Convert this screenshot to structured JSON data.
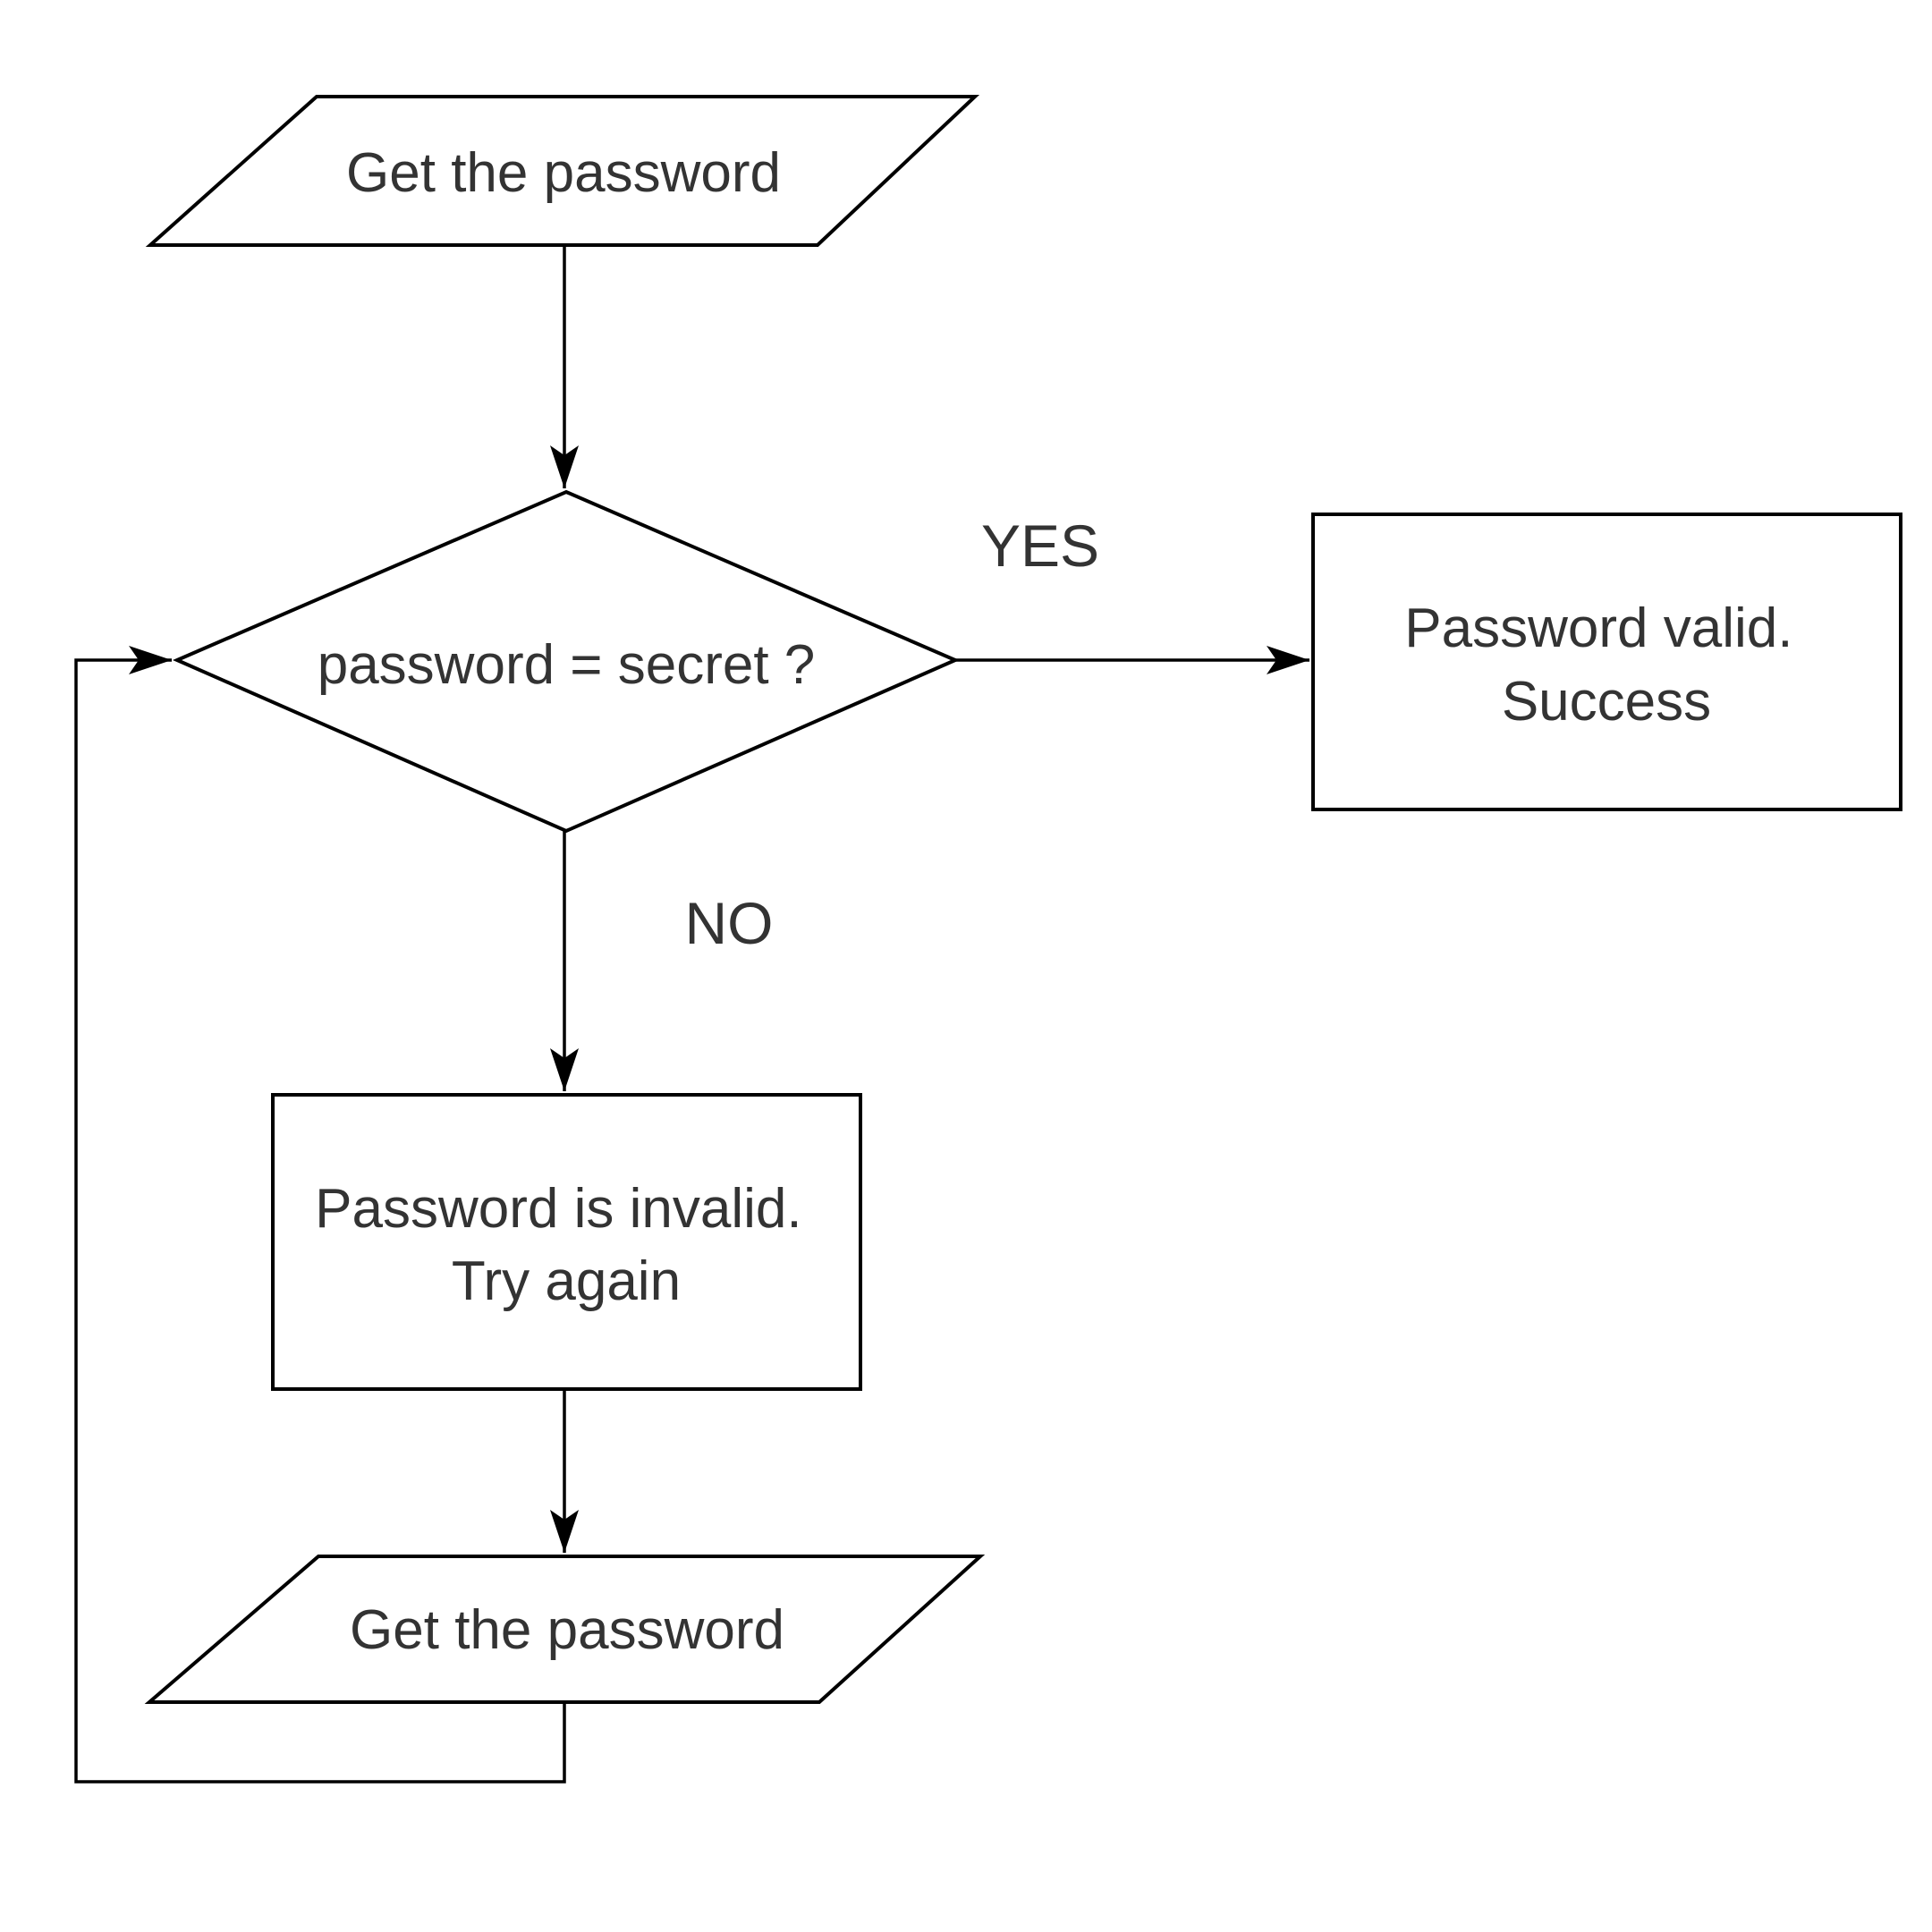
{
  "page": {
    "background": "#ffffff"
  },
  "colors": {
    "line": "#000000",
    "text": "#333333",
    "node_fill": "#ffffff"
  },
  "flowchart": {
    "nodes": {
      "input_top": {
        "shape": "parallelogram",
        "role": "input-output",
        "label": "Get the password"
      },
      "decision": {
        "shape": "diamond",
        "role": "decision",
        "label": "password = secret ?"
      },
      "success": {
        "shape": "rectangle",
        "role": "process",
        "lines": [
          "Password valid.",
          "Success"
        ]
      },
      "invalid": {
        "shape": "rectangle",
        "role": "process",
        "lines": [
          "Password is invalid.",
          "Try again"
        ]
      },
      "input_bottom": {
        "shape": "parallelogram",
        "role": "input-output",
        "label": "Get the password"
      }
    },
    "edges": [
      {
        "from": "input_top",
        "to": "decision",
        "label": ""
      },
      {
        "from": "decision",
        "to": "success",
        "label": "YES"
      },
      {
        "from": "decision",
        "to": "invalid",
        "label": "NO"
      },
      {
        "from": "invalid",
        "to": "input_bottom",
        "label": ""
      },
      {
        "from": "input_bottom",
        "to": "decision",
        "label": "",
        "kind": "loop-back"
      }
    ]
  }
}
